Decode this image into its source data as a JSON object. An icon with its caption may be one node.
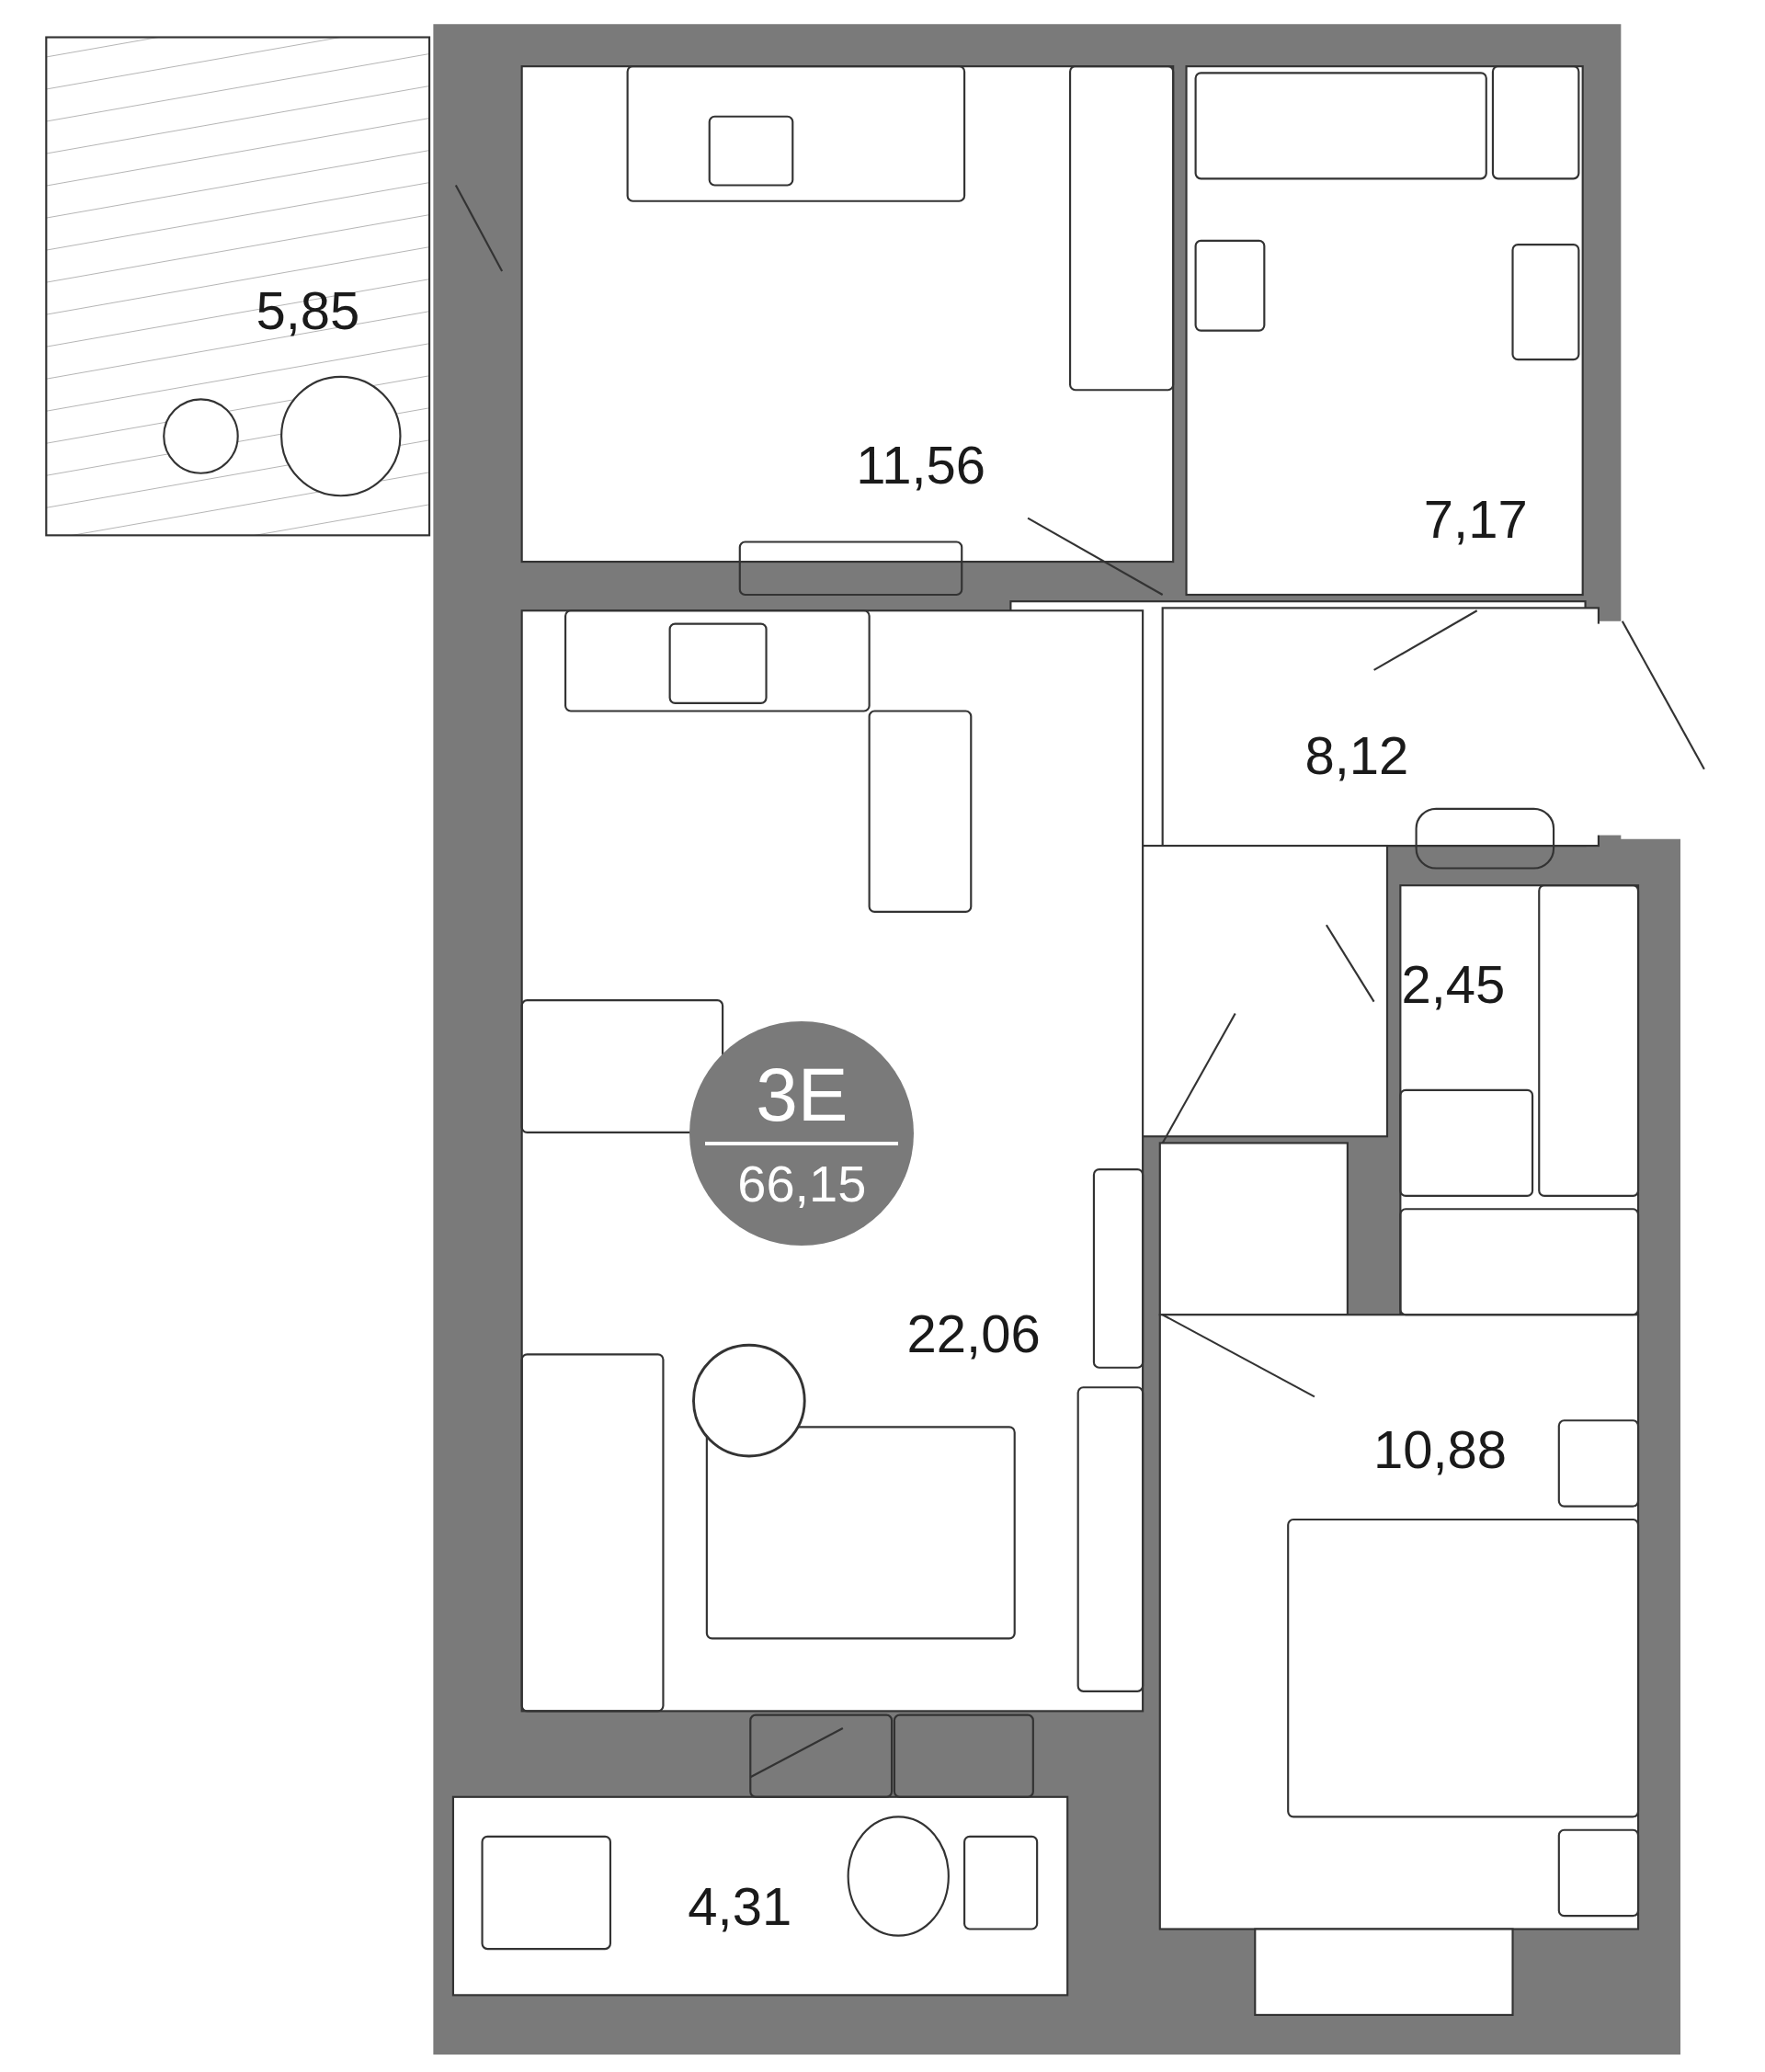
{
  "diagram": {
    "nodes": [
      {
        "text": [
          "3E",
          "66,15"
        ]
      }
    ],
    "labels": [
      "5,85",
      "11,56",
      "7,17",
      "8,12",
      "2,45",
      "22,06",
      "10,88",
      "4,31"
    ]
  }
}
